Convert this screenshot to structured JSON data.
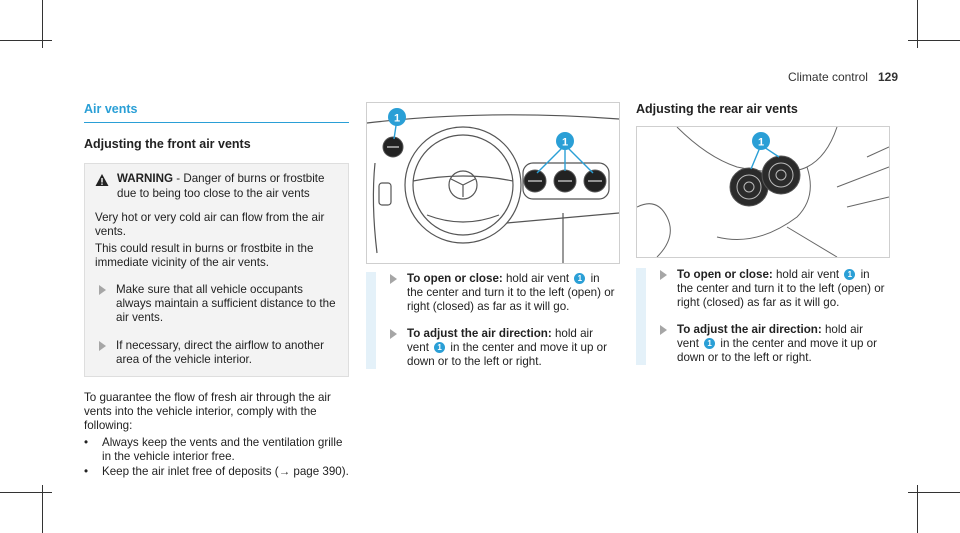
{
  "header": {
    "section": "Climate control",
    "page": "129"
  },
  "left": {
    "title": "Air vents",
    "subtitle": "Adjusting the front air vents",
    "warning": {
      "label": "WARNING",
      "head": " - Danger of burns or frostbite due to being too close to the air vents",
      "p1": "Very hot or very cold air can flow from the air vents.",
      "p2": "This could result in burns or frostbite in the immediate vicinity of the air vents.",
      "step1": "Make sure that all vehicle occupants always maintain a sufficient distance to the air vents.",
      "step2": "If necessary, direct the airflow to another area of the vehicle interior."
    },
    "intro": "To guarantee the flow of fresh air through the air vents into the vehicle interior, comply with the following:",
    "bullets": [
      "Always keep the vents and the ventilation grille in the vehicle interior free.",
      "Keep the air inlet free of deposits (→ page 390)."
    ]
  },
  "middle": {
    "callout": "1",
    "s1_bold": "To open or close:",
    "s1_a": " hold air vent ",
    "s1_b": " in the center and turn it to the left (open) or right (closed) as far as it will go.",
    "s2_bold": "To adjust the air direction:",
    "s2_a": " hold air vent ",
    "s2_b": " in the center and move it up or down or to the left or right."
  },
  "right": {
    "subtitle": "Adjusting the rear air vents",
    "callout": "1",
    "s1_bold": "To open or close:",
    "s1_a": " hold air vent ",
    "s1_b": " in the center and turn it to the left (open) or right (closed) as far as it will go.",
    "s2_bold": "To adjust the air direction:",
    "s2_a": " hold air vent ",
    "s2_b": " in the center and move it up or down or to the left or right."
  },
  "colors": {
    "accent": "#2a9fd6",
    "box": "#f3f3f3"
  }
}
